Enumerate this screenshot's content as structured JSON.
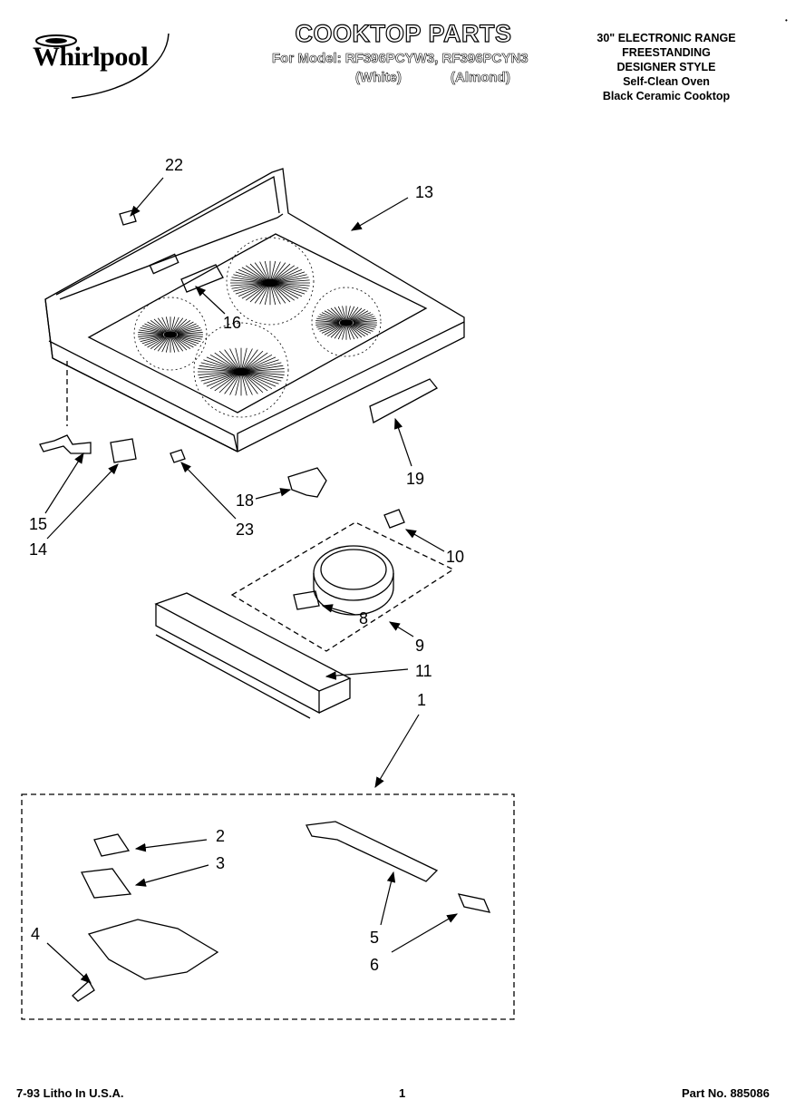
{
  "brand": "Whirlpool",
  "header": {
    "title": "COOKTOP PARTS",
    "for_model": "For Model: RF396PCYW3, RF396PCYN3",
    "variant_white": "(White)",
    "variant_almond": "(Almond)",
    "description": [
      "30\" ELECTRONIC RANGE",
      "FREESTANDING",
      "DESIGNER STYLE",
      "Self-Clean Oven",
      "Black Ceramic Cooktop"
    ]
  },
  "callouts": {
    "c22": "22",
    "c13": "13",
    "c16": "16",
    "c19": "19",
    "c15": "15",
    "c14": "14",
    "c18": "18",
    "c23": "23",
    "c10": "10",
    "c8": "8",
    "c9": "9",
    "c11": "11",
    "c1": "1",
    "c2": "2",
    "c3": "3",
    "c4": "4",
    "c5": "5",
    "c6": "6"
  },
  "footer": {
    "litho": "7-93 Litho In U.S.A.",
    "page": "1",
    "part_no": "Part No. 885086"
  }
}
